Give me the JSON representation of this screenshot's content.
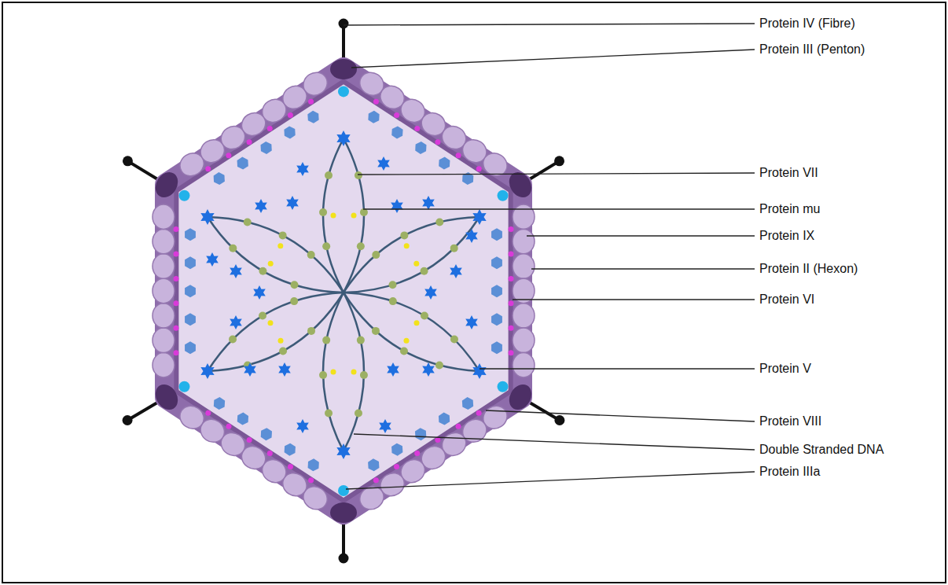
{
  "diagram": {
    "labels": [
      "Protein IV (Fibre)",
      "Protein III (Penton)",
      "Protein VII",
      "Protein mu",
      "Protein IX",
      "Protein II (Hexon)",
      "Protein VI",
      "Protein V",
      "Protein  VIII",
      "Double Stranded DNA",
      "Protein IIIa"
    ]
  }
}
